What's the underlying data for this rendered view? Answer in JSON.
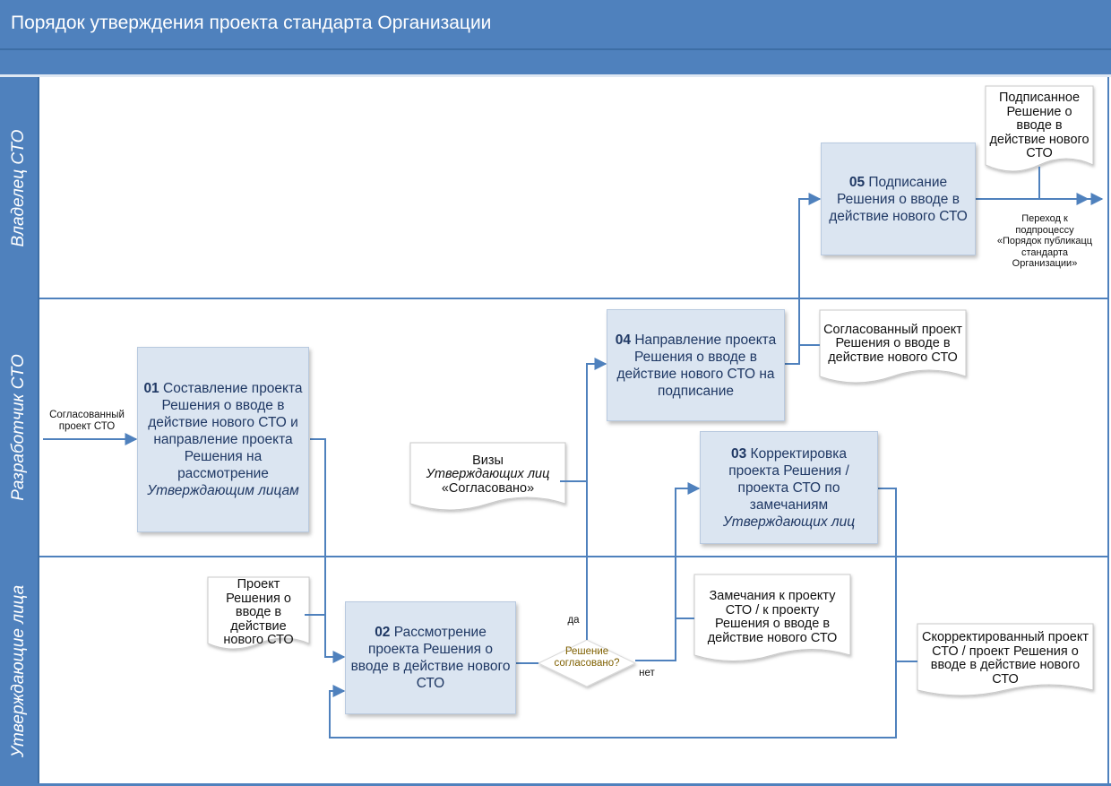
{
  "title": "Порядок утверждения проекта стандарта Организации",
  "lanes": [
    {
      "label": "Владелец СТО"
    },
    {
      "label": "Разработчик СТО"
    },
    {
      "label": "Утверждающие лица"
    }
  ],
  "tasks": {
    "t01": {
      "num": "01",
      "text": "Составление проекта Решения о вводе в действие нового СТО и направление проекта Решения на рассмотрение",
      "italic": "Утверждающим лицам"
    },
    "t02": {
      "num": "02",
      "text": "Рассмотрение проекта Решения о вводе в действие нового СТО"
    },
    "t03": {
      "num": "03",
      "text": "Корректировка проекта Решения / проекта СТО по замечаниям",
      "italic": "Утверждающих лиц"
    },
    "t04": {
      "num": "04",
      "text": "Направление проекта Решения о вводе в действие нового СТО на подписание"
    },
    "t05": {
      "num": "05",
      "text": "Подписание Решения о вводе в действие нового СТО"
    }
  },
  "documents": {
    "signed_decision": "Подписанное Решение о вводе в действие нового СТО",
    "agreed_project": "Согласованный проект Решения о вводе в действие нового СТО",
    "visas_line1": "Визы",
    "visas_italic": "Утверждающих лиц",
    "visas_line3": "«Согласовано»",
    "draft_decision": "Проект Решения о вводе в действие нового СТО",
    "remarks": "Замечания к проекту СТО / к проекту Решения о вводе в действие нового СТО",
    "corrected": "Скорректированный проект СТО / проект Решения о вводе в действие нового СТО"
  },
  "decision": {
    "label": "Решение согласовано?",
    "yes": "да",
    "no": "нет"
  },
  "input_label": "Согласованный проект СТО",
  "transition_label": "Переход к подпроцессу «Порядок публикацц стандарта Организации»",
  "colors": {
    "accent": "#4f81bd",
    "task_fill": "#dbe5f1",
    "task_text": "#1f3864",
    "connector": "#4f81bd"
  }
}
